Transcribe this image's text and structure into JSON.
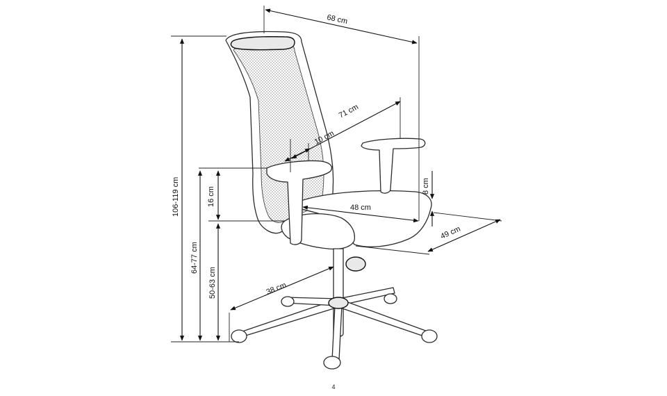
{
  "dimensions": {
    "top_depth": "68 cm",
    "arm_to_back": "71 cm",
    "lumbar_adjust": "10 cm",
    "overall_height": "106-119 cm",
    "armrest_height": "64-77 cm",
    "seat_height": "50-63 cm",
    "armrest_above_seat": "16 cm",
    "armrest_adjust": "8 cm",
    "seat_width": "48 cm",
    "seat_depth": "49 cm",
    "base_radius": "38 cm"
  },
  "page_number": "4",
  "colors": {
    "line": "#111111",
    "chair_stroke": "#2a2a2a",
    "background": "#ffffff"
  }
}
